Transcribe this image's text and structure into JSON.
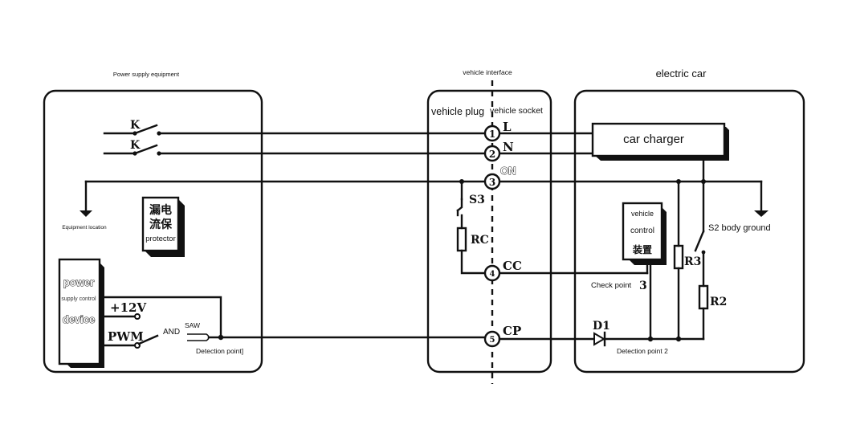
{
  "sections": {
    "power_supply": {
      "title": "Power supply equipment"
    },
    "vehicle_interface": {
      "title": "vehicle interface",
      "plug_label": "vehicle plug",
      "socket_label": "vehicle socket"
    },
    "electric_car": {
      "title": "electric car"
    }
  },
  "power_supply": {
    "switch_labels": [
      "K",
      "K"
    ],
    "ground_label": "Equipment location",
    "protector": {
      "chinese": [
        "漏电",
        "流保"
      ],
      "label": "protector"
    },
    "control_device": {
      "line1": "power",
      "line2": "supply control",
      "line3": "device"
    },
    "v12_label": "+12V",
    "pwm_label": "PWM",
    "and_label": "AND",
    "saw_label": "SAW",
    "detection_point_1": "Detection point]"
  },
  "interface": {
    "pins": [
      {
        "number": "1",
        "label": "L"
      },
      {
        "number": "2",
        "label": "N"
      },
      {
        "number": "3",
        "label": "ON"
      },
      {
        "number": "4",
        "label": "CC"
      },
      {
        "number": "5",
        "label": "CP"
      }
    ],
    "switch_label": "S3",
    "resistor_label": "RC"
  },
  "car": {
    "charger_label": "car charger",
    "vehicle_control": {
      "line1": "vehicle",
      "line2": "control",
      "chinese": "装置"
    },
    "ground_label": "S2 body ground",
    "check_point": "Check point",
    "check_point_num": "3",
    "r3_label": "R3",
    "r2_label": "R2",
    "diode_label": "D1",
    "detection_point_2": "Detection point 2"
  }
}
